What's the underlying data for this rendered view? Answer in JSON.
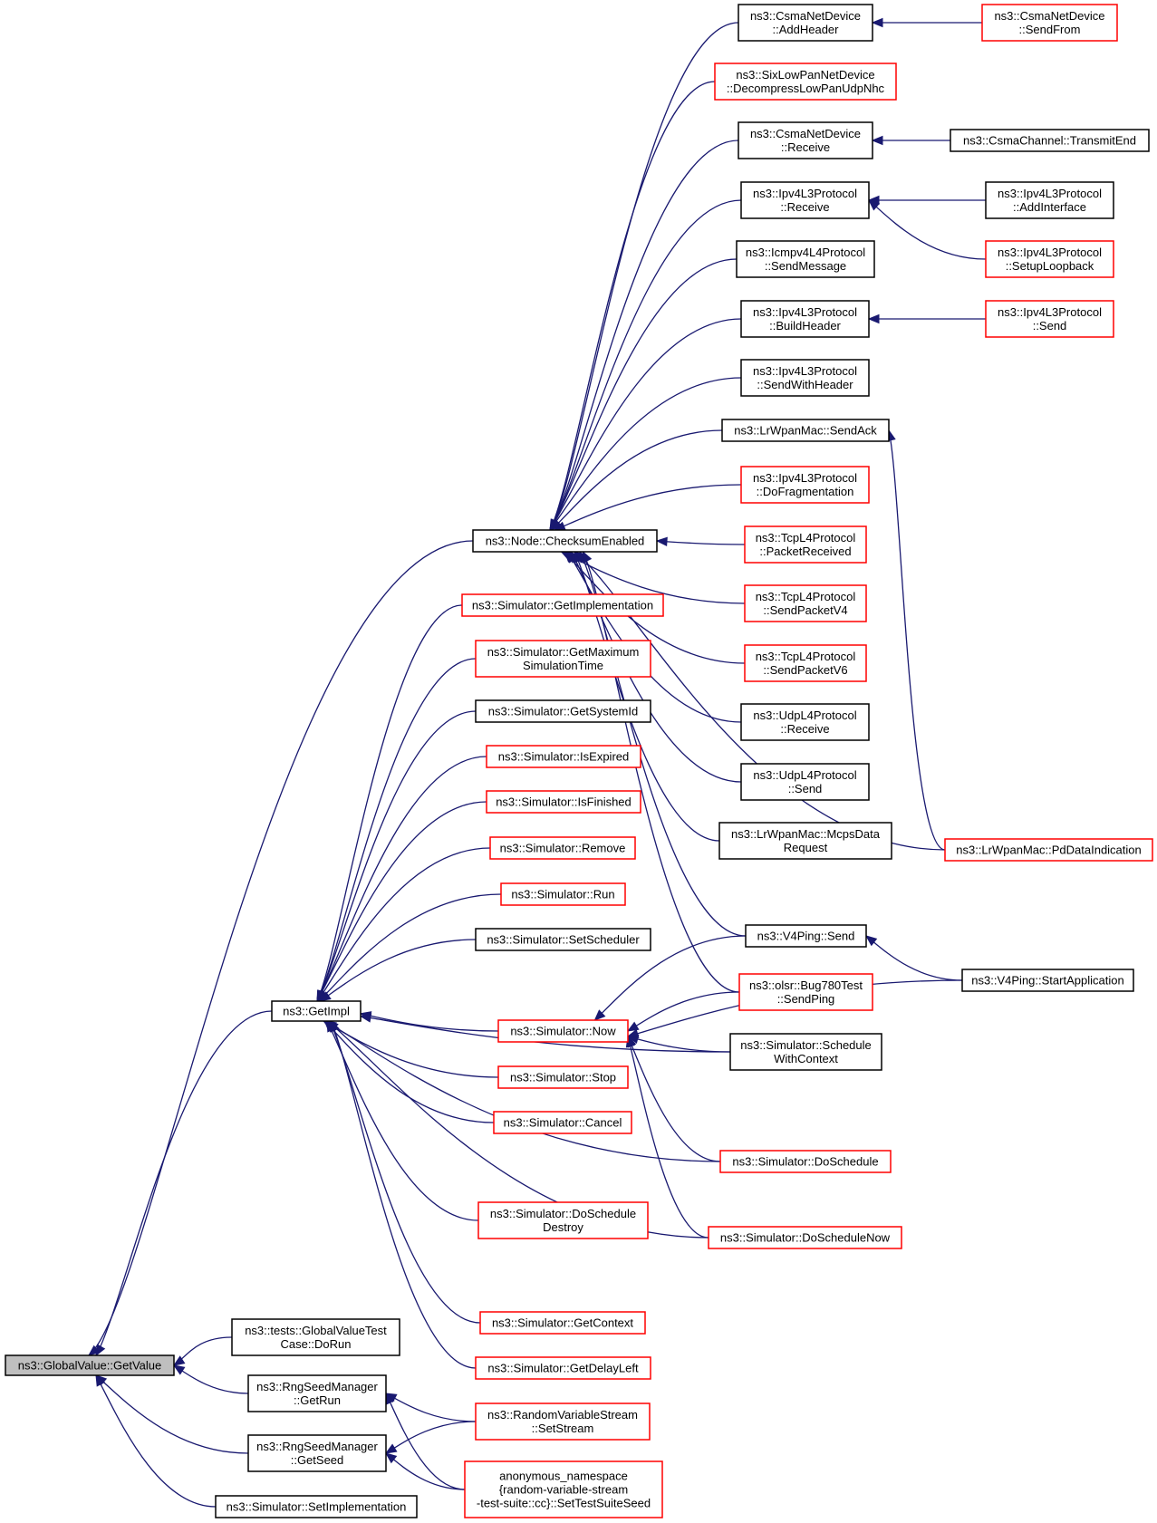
{
  "nodes": {
    "gv_getvalue": {
      "lines": [
        "ns3::GlobalValue::GetValue"
      ],
      "color": "root"
    },
    "tests_dorun": {
      "lines": [
        "ns3::tests::GlobalValueTest",
        "Case::DoRun"
      ],
      "color": "black"
    },
    "rng_getrun": {
      "lines": [
        "ns3::RngSeedManager",
        "::GetRun"
      ],
      "color": "black"
    },
    "rng_getseed": {
      "lines": [
        "ns3::RngSeedManager",
        "::GetSeed"
      ],
      "color": "black"
    },
    "sim_setimpl": {
      "lines": [
        "ns3::Simulator::SetImplementation"
      ],
      "color": "black"
    },
    "getimpl": {
      "lines": [
        "ns3::GetImpl"
      ],
      "color": "black"
    },
    "node_checksum": {
      "lines": [
        "ns3::Node::ChecksumEnabled"
      ],
      "color": "black"
    },
    "rvs_setstream": {
      "lines": [
        "ns3::RandomVariableStream",
        "::SetStream"
      ],
      "color": "red"
    },
    "anon_seed": {
      "lines": [
        "anonymous_namespace",
        "{random-variable-stream",
        "-test-suite::cc}::SetTestSuiteSeed"
      ],
      "color": "red"
    },
    "sim_getimplementation": {
      "lines": [
        "ns3::Simulator::GetImplementation"
      ],
      "color": "red"
    },
    "sim_getmaxtime": {
      "lines": [
        "ns3::Simulator::GetMaximum",
        "SimulationTime"
      ],
      "color": "red"
    },
    "sim_getsystemid": {
      "lines": [
        "ns3::Simulator::GetSystemId"
      ],
      "color": "black"
    },
    "sim_isexpired": {
      "lines": [
        "ns3::Simulator::IsExpired"
      ],
      "color": "red"
    },
    "sim_isfinished": {
      "lines": [
        "ns3::Simulator::IsFinished"
      ],
      "color": "red"
    },
    "sim_remove": {
      "lines": [
        "ns3::Simulator::Remove"
      ],
      "color": "red"
    },
    "sim_run": {
      "lines": [
        "ns3::Simulator::Run"
      ],
      "color": "red"
    },
    "sim_setscheduler": {
      "lines": [
        "ns3::Simulator::SetScheduler"
      ],
      "color": "black"
    },
    "sim_now": {
      "lines": [
        "ns3::Simulator::Now"
      ],
      "color": "red"
    },
    "sim_stop": {
      "lines": [
        "ns3::Simulator::Stop"
      ],
      "color": "red"
    },
    "sim_cancel": {
      "lines": [
        "ns3::Simulator::Cancel"
      ],
      "color": "red"
    },
    "sim_doscheddestroy": {
      "lines": [
        "ns3::Simulator::DoSchedule",
        "Destroy"
      ],
      "color": "red"
    },
    "sim_getcontext": {
      "lines": [
        "ns3::Simulator::GetContext"
      ],
      "color": "red"
    },
    "sim_getdelayleft": {
      "lines": [
        "ns3::Simulator::GetDelayLeft"
      ],
      "color": "red"
    },
    "csma_addheader": {
      "lines": [
        "ns3::CsmaNetDevice",
        "::AddHeader"
      ],
      "color": "black"
    },
    "sixlowpan": {
      "lines": [
        "ns3::SixLowPanNetDevice",
        "::DecompressLowPanUdpNhc"
      ],
      "color": "red"
    },
    "csma_receive": {
      "lines": [
        "ns3::CsmaNetDevice",
        "::Receive"
      ],
      "color": "black"
    },
    "ipv4l3_receive": {
      "lines": [
        "ns3::Ipv4L3Protocol",
        "::Receive"
      ],
      "color": "black"
    },
    "icmpv4_sendmessage": {
      "lines": [
        "ns3::Icmpv4L4Protocol",
        "::SendMessage"
      ],
      "color": "black"
    },
    "ipv4l3_buildheader": {
      "lines": [
        "ns3::Ipv4L3Protocol",
        "::BuildHeader"
      ],
      "color": "black"
    },
    "ipv4l3_sendwithheader": {
      "lines": [
        "ns3::Ipv4L3Protocol",
        "::SendWithHeader"
      ],
      "color": "black"
    },
    "lrwpan_sendack": {
      "lines": [
        "ns3::LrWpanMac::SendAck"
      ],
      "color": "black"
    },
    "ipv4l3_dofrag": {
      "lines": [
        "ns3::Ipv4L3Protocol",
        "::DoFragmentation"
      ],
      "color": "red"
    },
    "tcp_packetreceived": {
      "lines": [
        "ns3::TcpL4Protocol",
        "::PacketReceived"
      ],
      "color": "red"
    },
    "tcp_sendpacketv4": {
      "lines": [
        "ns3::TcpL4Protocol",
        "::SendPacketV4"
      ],
      "color": "red"
    },
    "tcp_sendpacketv6": {
      "lines": [
        "ns3::TcpL4Protocol",
        "::SendPacketV6"
      ],
      "color": "red"
    },
    "udp_receive": {
      "lines": [
        "ns3::UdpL4Protocol",
        "::Receive"
      ],
      "color": "black"
    },
    "udp_send": {
      "lines": [
        "ns3::UdpL4Protocol",
        "::Send"
      ],
      "color": "black"
    },
    "lrwpan_mcps": {
      "lines": [
        "ns3::LrWpanMac::McpsData",
        "Request"
      ],
      "color": "black"
    },
    "v4ping_send": {
      "lines": [
        "ns3::V4Ping::Send"
      ],
      "color": "black"
    },
    "olsr_sendping": {
      "lines": [
        "ns3::olsr::Bug780Test",
        "::SendPing"
      ],
      "color": "red"
    },
    "sim_schedwithctx": {
      "lines": [
        "ns3::Simulator::Schedule",
        "WithContext"
      ],
      "color": "black"
    },
    "sim_doschedule": {
      "lines": [
        "ns3::Simulator::DoSchedule"
      ],
      "color": "red"
    },
    "sim_doschedulenow": {
      "lines": [
        "ns3::Simulator::DoScheduleNow"
      ],
      "color": "red"
    },
    "csma_sendfrom": {
      "lines": [
        "ns3::CsmaNetDevice",
        "::SendFrom"
      ],
      "color": "red"
    },
    "csmach_transmitend": {
      "lines": [
        "ns3::CsmaChannel::TransmitEnd"
      ],
      "color": "black"
    },
    "ipv4l3_addinterface": {
      "lines": [
        "ns3::Ipv4L3Protocol",
        "::AddInterface"
      ],
      "color": "black"
    },
    "ipv4l3_setuploopback": {
      "lines": [
        "ns3::Ipv4L3Protocol",
        "::SetupLoopback"
      ],
      "color": "red"
    },
    "ipv4l3_send": {
      "lines": [
        "ns3::Ipv4L3Protocol",
        "::Send"
      ],
      "color": "red"
    },
    "lrwpan_pddata": {
      "lines": [
        "ns3::LrWpanMac::PdDataIndication"
      ],
      "color": "red"
    },
    "v4ping_startapp": {
      "lines": [
        "ns3::V4Ping::StartApplication"
      ],
      "color": "black"
    }
  },
  "edges": [
    [
      "tests_dorun",
      "gv_getvalue"
    ],
    [
      "rng_getrun",
      "gv_getvalue"
    ],
    [
      "rng_getseed",
      "gv_getvalue"
    ],
    [
      "sim_setimpl",
      "gv_getvalue"
    ],
    [
      "getimpl",
      "gv_getvalue"
    ],
    [
      "node_checksum",
      "gv_getvalue"
    ],
    [
      "rvs_setstream",
      "rng_getrun"
    ],
    [
      "anon_seed",
      "rng_getrun"
    ],
    [
      "rvs_setstream",
      "rng_getseed"
    ],
    [
      "anon_seed",
      "rng_getseed"
    ],
    [
      "sim_getimplementation",
      "getimpl"
    ],
    [
      "sim_getmaxtime",
      "getimpl"
    ],
    [
      "sim_getsystemid",
      "getimpl"
    ],
    [
      "sim_isexpired",
      "getimpl"
    ],
    [
      "sim_isfinished",
      "getimpl"
    ],
    [
      "sim_remove",
      "getimpl"
    ],
    [
      "sim_run",
      "getimpl"
    ],
    [
      "sim_setscheduler",
      "getimpl"
    ],
    [
      "sim_now",
      "getimpl"
    ],
    [
      "sim_stop",
      "getimpl"
    ],
    [
      "sim_cancel",
      "getimpl"
    ],
    [
      "sim_doscheddestroy",
      "getimpl"
    ],
    [
      "sim_getcontext",
      "getimpl"
    ],
    [
      "sim_getdelayleft",
      "getimpl"
    ],
    [
      "sim_schedwithctx",
      "getimpl"
    ],
    [
      "sim_doschedule",
      "getimpl"
    ],
    [
      "sim_doschedulenow",
      "getimpl"
    ],
    [
      "v4ping_send",
      "sim_now"
    ],
    [
      "olsr_sendping",
      "sim_now"
    ],
    [
      "sim_schedwithctx",
      "sim_now"
    ],
    [
      "sim_doschedule",
      "sim_now"
    ],
    [
      "sim_doschedulenow",
      "sim_now"
    ],
    [
      "v4ping_startapp",
      "sim_now"
    ],
    [
      "csma_addheader",
      "node_checksum"
    ],
    [
      "sixlowpan",
      "node_checksum"
    ],
    [
      "csma_receive",
      "node_checksum"
    ],
    [
      "ipv4l3_receive",
      "node_checksum"
    ],
    [
      "icmpv4_sendmessage",
      "node_checksum"
    ],
    [
      "ipv4l3_buildheader",
      "node_checksum"
    ],
    [
      "ipv4l3_sendwithheader",
      "node_checksum"
    ],
    [
      "lrwpan_sendack",
      "node_checksum"
    ],
    [
      "ipv4l3_dofrag",
      "node_checksum"
    ],
    [
      "tcp_packetreceived",
      "node_checksum"
    ],
    [
      "tcp_sendpacketv4",
      "node_checksum"
    ],
    [
      "tcp_sendpacketv6",
      "node_checksum"
    ],
    [
      "udp_receive",
      "node_checksum"
    ],
    [
      "udp_send",
      "node_checksum"
    ],
    [
      "lrwpan_mcps",
      "node_checksum"
    ],
    [
      "lrwpan_pddata",
      "node_checksum"
    ],
    [
      "v4ping_send",
      "node_checksum"
    ],
    [
      "olsr_sendping",
      "node_checksum"
    ],
    [
      "csma_sendfrom",
      "csma_addheader"
    ],
    [
      "csmach_transmitend",
      "csma_receive"
    ],
    [
      "ipv4l3_addinterface",
      "ipv4l3_receive"
    ],
    [
      "ipv4l3_setuploopback",
      "ipv4l3_receive"
    ],
    [
      "ipv4l3_send",
      "ipv4l3_buildheader"
    ],
    [
      "lrwpan_pddata",
      "lrwpan_sendack"
    ],
    [
      "v4ping_startapp",
      "v4ping_send"
    ]
  ]
}
